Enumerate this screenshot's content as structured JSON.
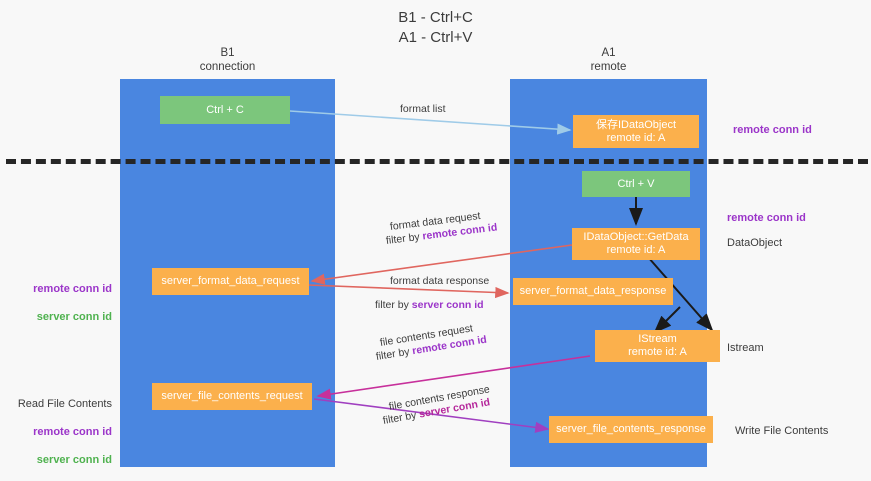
{
  "title": "B1 - Ctrl+C\nA1 - Ctrl+V",
  "lanes": [
    {
      "name": "left",
      "header": "B1\nconnection"
    },
    {
      "name": "right",
      "header": "A1\nremote"
    }
  ],
  "nodes": [
    {
      "id": "ctrl-c",
      "label": "Ctrl + C",
      "color": "green"
    },
    {
      "id": "save-idataobject",
      "label": "保存IDataObject\nremote id: A",
      "color": "orange"
    },
    {
      "id": "ctrl-v",
      "label": "Ctrl + V",
      "color": "green"
    },
    {
      "id": "idataobject-getdata",
      "label": "IDataObject::GetData\nremote id: A",
      "color": "orange"
    },
    {
      "id": "server-format-data-request",
      "label": "server_format_data_request",
      "color": "orange"
    },
    {
      "id": "server-format-data-response",
      "label": "server_format_data_response",
      "color": "orange"
    },
    {
      "id": "istream",
      "label": "IStream\nremote id: A",
      "color": "orange"
    },
    {
      "id": "server-file-contents-request",
      "label": "server_file_contents_request",
      "color": "orange"
    },
    {
      "id": "server-file-contents-response",
      "label": "server_file_contents_response",
      "color": "orange"
    }
  ],
  "edge_labels": {
    "format_list": "format list",
    "format_data_request": "format data request",
    "format_data_request_filter_prefix": "filter by ",
    "format_data_request_filter_key": "remote conn id",
    "format_data_response": "format data response",
    "format_data_response_filter_prefix": "filter by ",
    "format_data_response_filter_key": "server conn id",
    "file_contents_request": "file contents request",
    "file_contents_request_filter_prefix": "filter by ",
    "file_contents_request_filter_key": "remote conn id",
    "file_contents_response": "file contents response",
    "file_contents_response_filter_prefix": "filter by ",
    "file_contents_response_filter_key": "server conn id"
  },
  "annotations": {
    "right_remote_conn_id_top": "remote conn id",
    "right_remote_conn_id_mid": "remote conn id",
    "right_dataobject": "DataObject",
    "right_istream": "Istream",
    "right_write_file_contents": "Write File Contents",
    "left_remote_conn_id": "remote conn id",
    "left_server_conn_id": "server conn id",
    "left_read_file_contents": "Read File Contents",
    "left_remote_conn_id_2": "remote conn id",
    "left_server_conn_id_2": "server conn id"
  },
  "colors": {
    "lane": "#4a86e0",
    "green_node": "#7cc67c",
    "orange_node": "#fbb04c",
    "purple_text": "#9b35c9",
    "green_text": "#4fb24f",
    "magenta_text": "#b5279b",
    "arrow_light_blue": "#9fcbe8",
    "arrow_red": "#e0665f",
    "arrow_magenta": "#c7309b",
    "arrow_purple": "#a03fc0",
    "arrow_black": "#1a1a1a",
    "divider": "#262626",
    "background": "#f8f8f8"
  }
}
